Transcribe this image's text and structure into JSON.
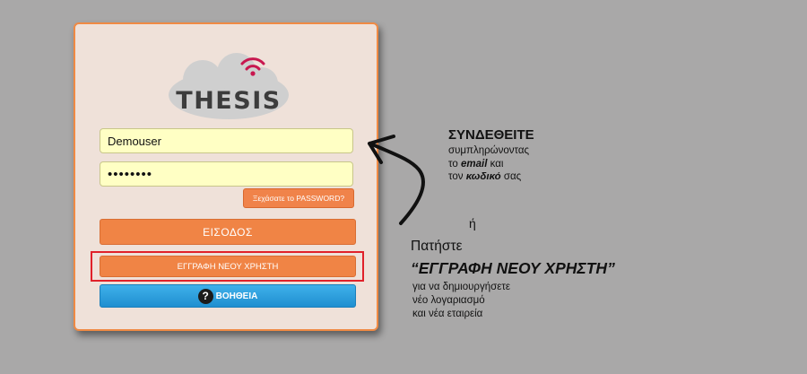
{
  "logo": {
    "text": "THESIS"
  },
  "login_form": {
    "username_value": "Demouser",
    "password_value": "••••••••",
    "forgot_password_label": "Ξεχάσατε το PASSWORD?",
    "login_label": "ΕΙΣΟΔΟΣ",
    "register_label": "ΕΓΓΡΑΦΗ ΝΕΟΥ ΧΡΗΣΤΗ",
    "help_label": "ΒΟΗΘΕΙΑ",
    "help_icon": "?"
  },
  "annotation": {
    "heading": "ΣΥΝΔΕΘΕΙΤΕ",
    "line1": "συμπληρώνοντας",
    "line2_a": "το ",
    "line2_b": "email",
    "line2_c": " και",
    "line3_a": "τον ",
    "line3_b": "κωδικό",
    "line3_c": " σας",
    "or": "ή",
    "press": "Πατήστε",
    "register_quote": "“ΕΓΓΡΑΦΗ ΝΕΟΥ ΧΡΗΣΤΗ”",
    "line4": "για να δημιουργήσετε",
    "line5": "νέο λογαριασμό",
    "line6": "και νέα εταιρεία"
  },
  "colors": {
    "background": "#a9a8a8",
    "card": "#efe1d9",
    "accent_orange": "#f08445",
    "help_blue": "#2a9fdf",
    "field_yellow": "#ffffc4",
    "highlight_red": "#e0212a",
    "logo_wifi": "#c8174f"
  }
}
